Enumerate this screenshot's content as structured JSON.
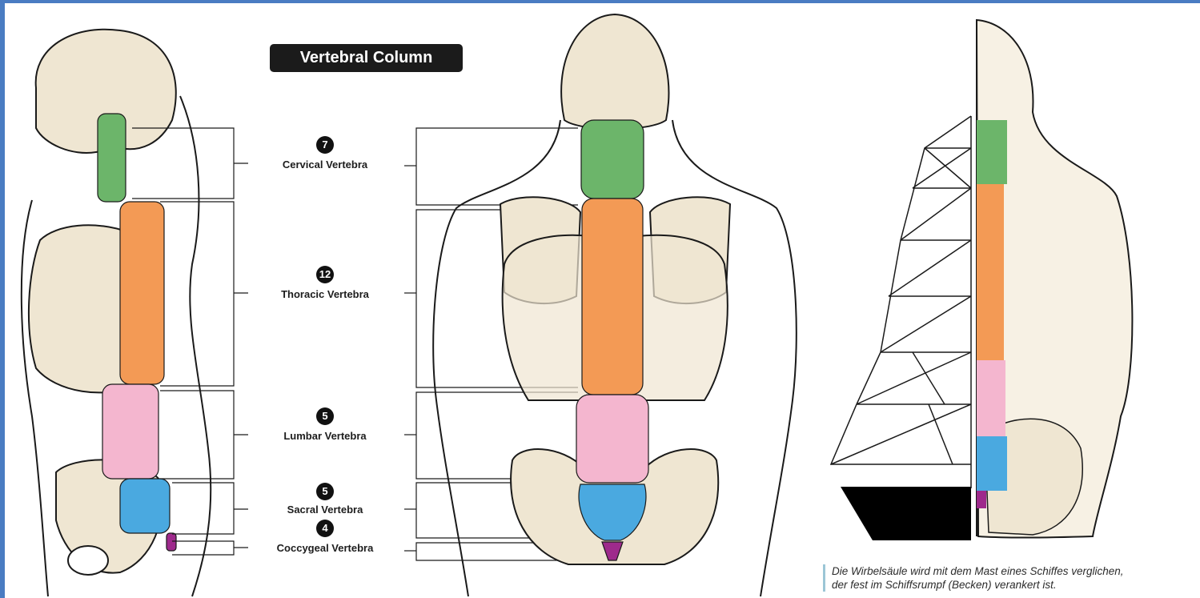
{
  "title": "Vertebral Column",
  "regions": [
    {
      "count": "7",
      "label": "Cervical Vertebra",
      "color": "#6cb56a"
    },
    {
      "count": "12",
      "label": "Thoracic Vertebra",
      "color": "#f39a55"
    },
    {
      "count": "5",
      "label": "Lumbar Vertebra",
      "color": "#f4b6cf"
    },
    {
      "count": "5",
      "label": "Sacral Vertebra",
      "color": "#4aa9e0"
    },
    {
      "count": "4",
      "label": "Coccygeal Vertebra",
      "color": "#9e2a8c"
    }
  ],
  "caption": {
    "line1": "Die Wirbelsäule wird mit dem Mast eines Schiffes verglichen,",
    "line2": "der fest im Schiffsrumpf (Becken) verankert ist."
  },
  "colors": {
    "bone": "#efe6d2",
    "outline": "#1a1a1a",
    "frame": "#4a7cc2",
    "hull": "#000000"
  }
}
